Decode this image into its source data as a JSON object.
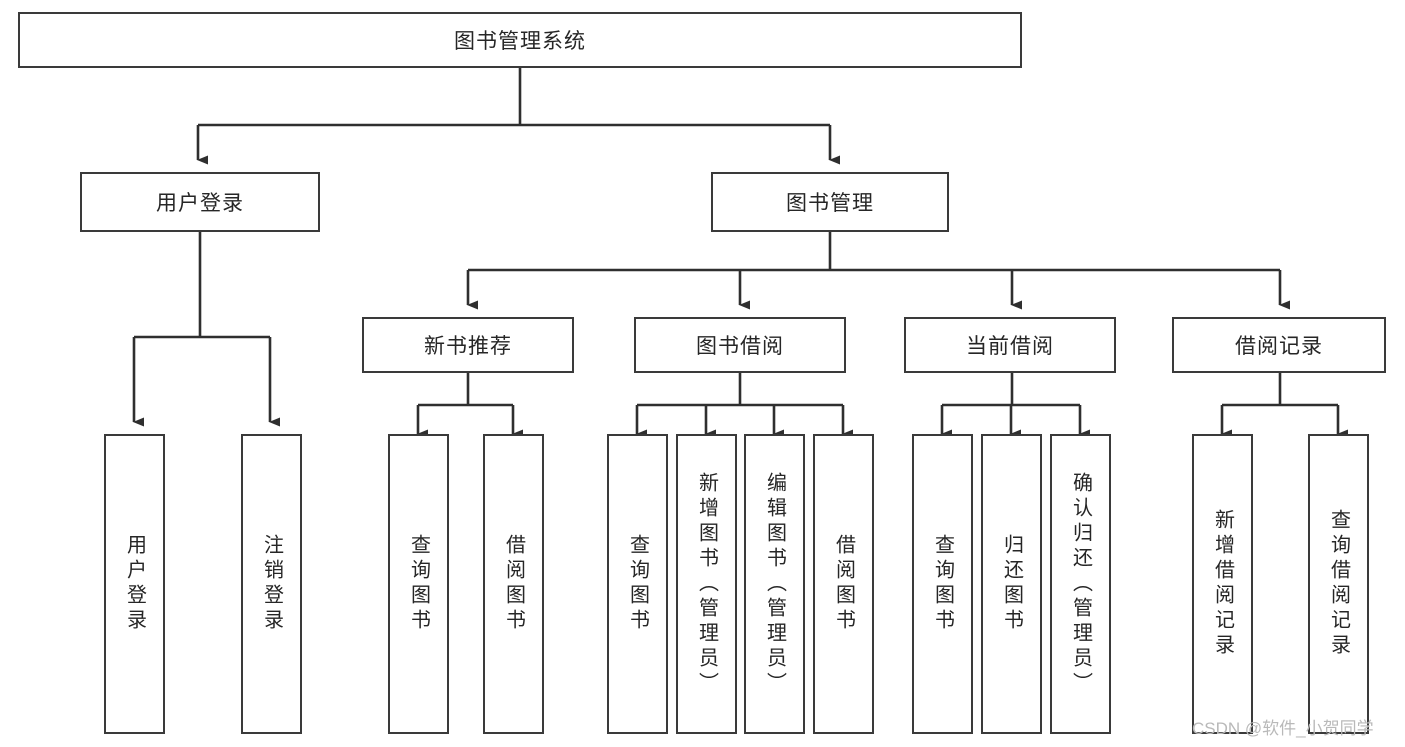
{
  "diagram": {
    "title": "图书管理系统",
    "type": "tree-hierarchy",
    "watermark": "CSDN @软件_小贺同学",
    "colors": {
      "box_border": "#3a3a3a",
      "box_fill": "#ffffff",
      "connector": "#2f2f2f",
      "text": "#262626",
      "watermark": "#b9b9b9",
      "background": "#ffffff"
    },
    "root": {
      "label": "图书管理系统"
    },
    "level2": [
      {
        "label": "用户登录"
      },
      {
        "label": "图书管理"
      }
    ],
    "level3": [
      {
        "label": "新书推荐"
      },
      {
        "label": "图书借阅"
      },
      {
        "label": "当前借阅"
      },
      {
        "label": "借阅记录"
      }
    ],
    "leaves": {
      "user_login": [
        {
          "label": "用户登录"
        },
        {
          "label": "注销登录"
        }
      ],
      "new_book_recommend": [
        {
          "label": "查询图书"
        },
        {
          "label": "借阅图书"
        }
      ],
      "book_borrow": [
        {
          "label": "查询图书"
        },
        {
          "label": "新增图书（管理员）"
        },
        {
          "label": "编辑图书（管理员）"
        },
        {
          "label": "借阅图书"
        }
      ],
      "current_borrow": [
        {
          "label": "查询图书"
        },
        {
          "label": "归还图书"
        },
        {
          "label": "确认归还（管理员）"
        }
      ],
      "borrow_records": [
        {
          "label": "新增借阅记录"
        },
        {
          "label": "查询借阅记录"
        }
      ]
    }
  }
}
